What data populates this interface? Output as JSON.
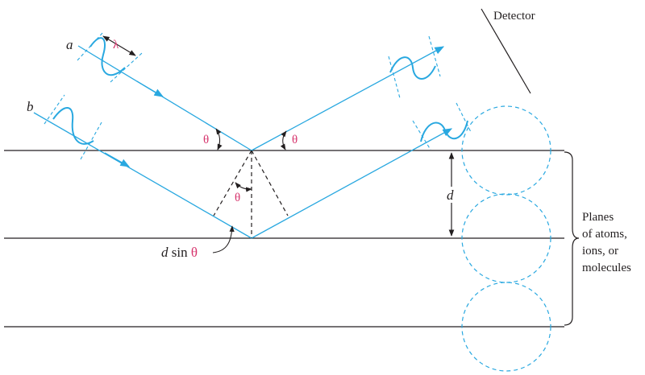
{
  "labels": {
    "detector": "Detector",
    "ray_a": "a",
    "ray_b": "b",
    "wavelength": "λ",
    "theta": "θ",
    "d": "d",
    "d_sin_prefix": "d",
    "d_sin_mid": " sin ",
    "d_sin_theta": "θ",
    "planes_line1": "Planes",
    "planes_line2": "of atoms,",
    "planes_line3": "ions, or",
    "planes_line4": "molecules"
  },
  "colors": {
    "beam": "#29a8e0",
    "line": "#231f20",
    "theta": "#d6336c",
    "atom": "#29a8e0"
  }
}
